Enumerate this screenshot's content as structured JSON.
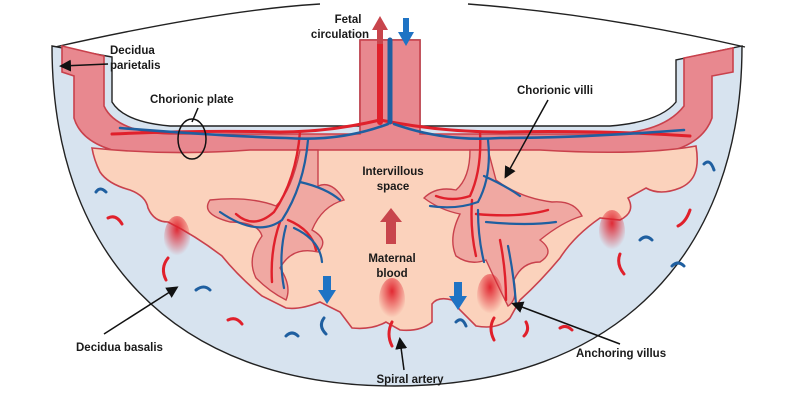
{
  "labels": {
    "fetal_circulation": [
      "Fetal",
      "circulation"
    ],
    "decidua_parietalis": [
      "Decidua",
      "parietalis"
    ],
    "chorionic_plate": "Chorionic plate",
    "chorionic_villi": "Chorionic villi",
    "intervillous_space": [
      "Intervillous",
      "space"
    ],
    "maternal_blood": [
      "Maternal",
      "blood"
    ],
    "decidua_basalis": "Decidua basalis",
    "anchoring_villus": "Anchoring villus",
    "spiral_artery": "Spiral artery"
  },
  "colors": {
    "decidua": "#d7e3ef",
    "chorion_plate": "#e8888f",
    "chorion_dark": "#c9414c",
    "intervillous": "#fbd2bc",
    "artery": "#e0202b",
    "vein": "#1f5fa0",
    "arrow_red": "#c8454c",
    "arrow_blue": "#1f73c4"
  }
}
